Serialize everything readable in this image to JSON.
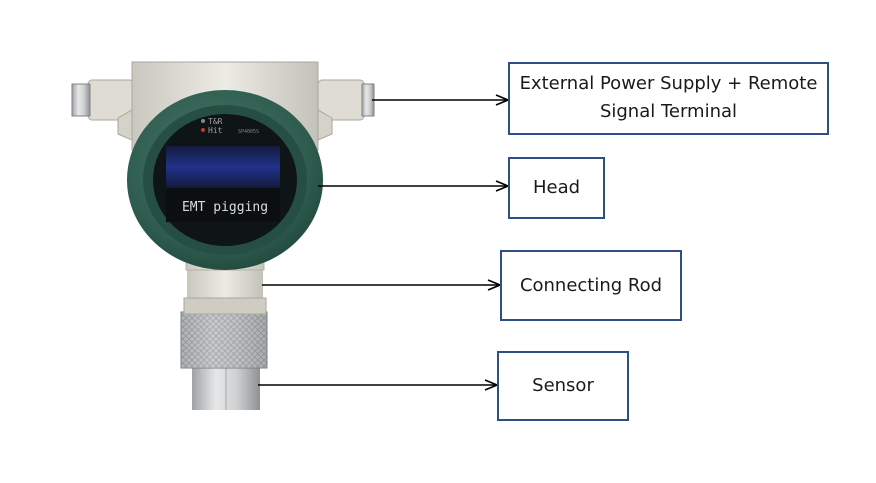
{
  "labels": {
    "power_line1": "External Power Supply + Remote",
    "power_line2": "Signal Terminal",
    "head": "Head",
    "connecting_rod": "Connecting Rod",
    "sensor": "Sensor"
  },
  "device": {
    "display_text": "EMT pigging",
    "indicator_1": "T&R",
    "indicator_2": "Hit",
    "model_text": "SP4005S"
  },
  "colors": {
    "box_border": "#2f4e86",
    "housing_green": "#2d5b4d",
    "housing_body": "#e3e2da",
    "display_blue": "#1c2a6a",
    "steel": "#c7c9cb",
    "arrow": "#000000"
  }
}
